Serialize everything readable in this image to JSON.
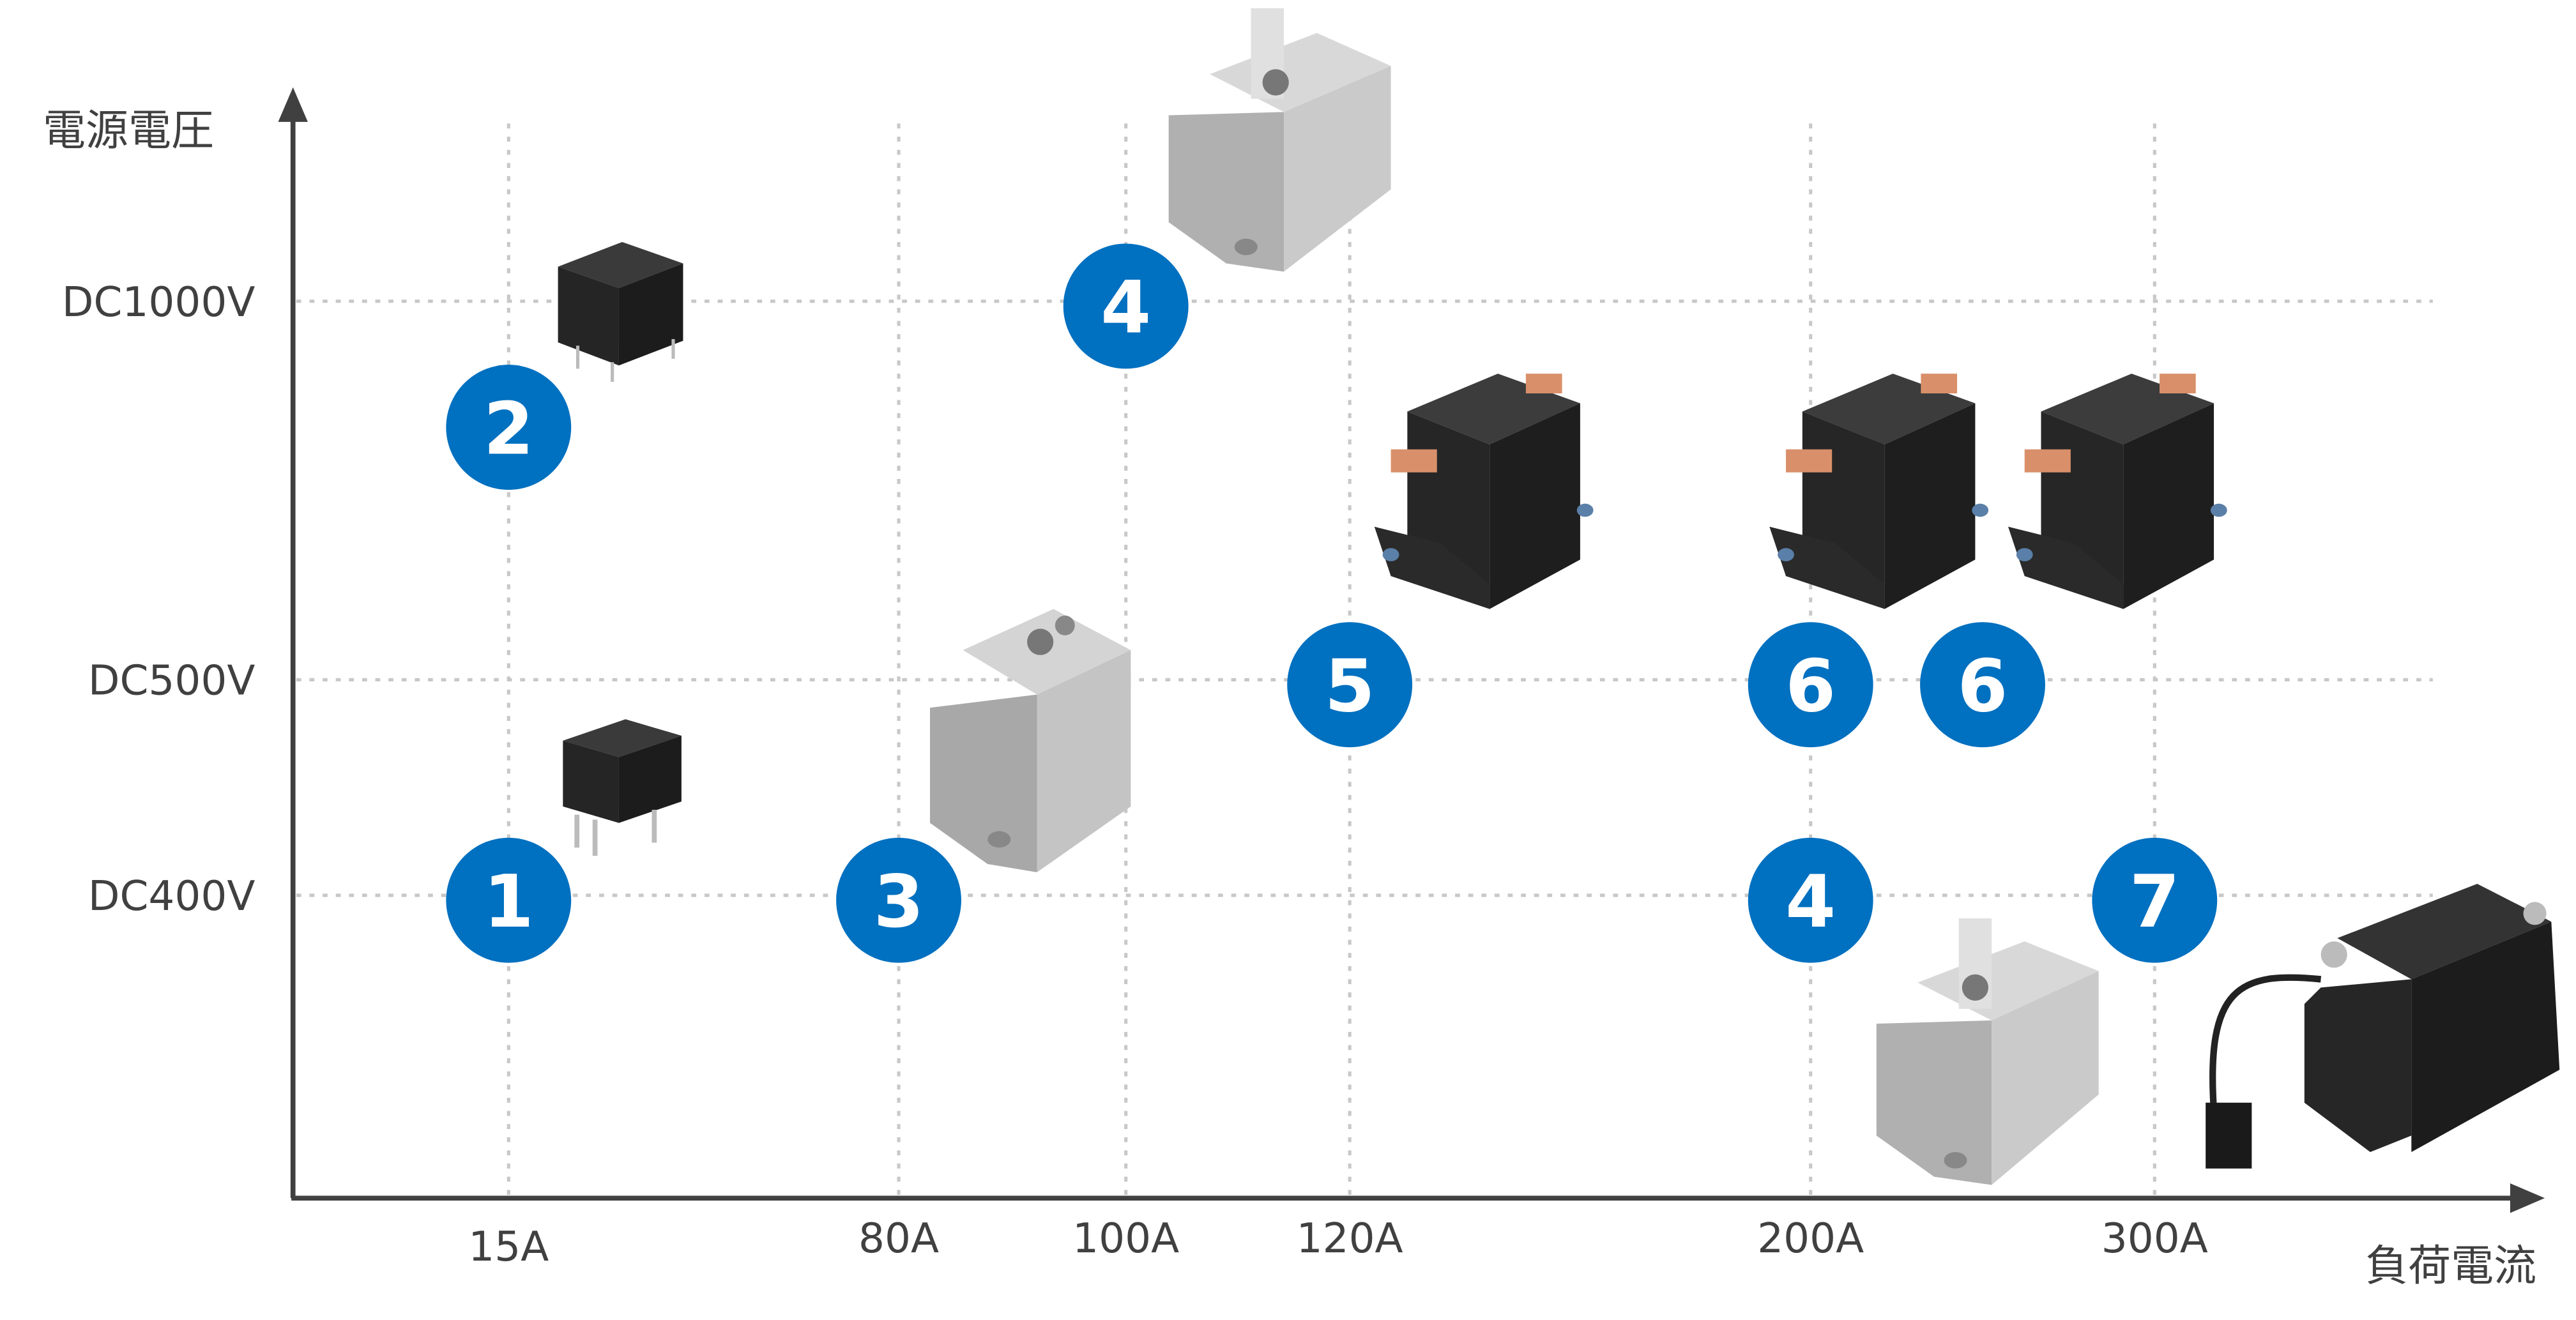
{
  "chart_data": {
    "type": "scatter",
    "title": "",
    "ylabel": "電源電圧",
    "xlabel": "負荷電流",
    "x_ticks": [
      "15A",
      "80A",
      "100A",
      "120A",
      "200A",
      "300A"
    ],
    "x_tick_values": [
      15,
      80,
      100,
      120,
      200,
      300
    ],
    "y_ticks": [
      "DC1000V",
      "DC500V",
      "DC400V"
    ],
    "y_tick_values": [
      1000,
      500,
      400
    ],
    "grid": true,
    "grid_style": "dotted",
    "points": [
      {
        "label": "1",
        "x": 15,
        "y": 400
      },
      {
        "label": "2",
        "x": 15,
        "y": 840
      },
      {
        "label": "3",
        "x": 80,
        "y": 400
      },
      {
        "label": "4",
        "x": 100,
        "y": 1000
      },
      {
        "label": "5",
        "x": 120,
        "y": 500
      },
      {
        "label": "6",
        "x": 200,
        "y": 500
      },
      {
        "label": "6",
        "x": 250,
        "y": 500
      },
      {
        "label": "4",
        "x": 200,
        "y": 400
      },
      {
        "label": "7",
        "x": 300,
        "y": 400
      }
    ],
    "colors": {
      "marker": "#0070C0",
      "axis": "#404040",
      "grid": "#C8C8C8",
      "text": "#404040"
    }
  }
}
